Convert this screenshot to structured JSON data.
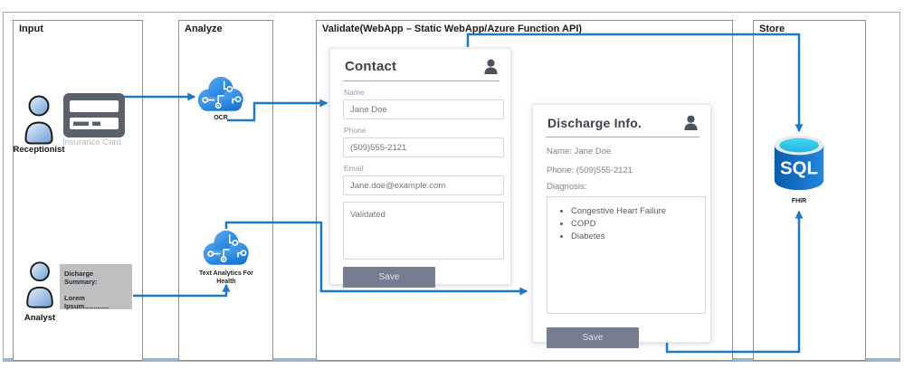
{
  "sections": {
    "input": {
      "label": "Input"
    },
    "analyze": {
      "label": "Analyze"
    },
    "validate": {
      "label": "Validate(WebApp – Static WebApp/Azure Function API)"
    },
    "store": {
      "label": "Store"
    }
  },
  "input": {
    "receptionist_label": "Receptionist",
    "insurance_card_label": "Insurance Card",
    "analyst_label": "Analyst",
    "summary_title": "Dicharge Summary:",
    "summary_body": "Lorem Ipsum............."
  },
  "analyze": {
    "ocr_label": "OCR",
    "text_analytics_label_line1": "Text Analytics For",
    "text_analytics_label_line2": "Health"
  },
  "contact_card": {
    "title": "Contact",
    "fields": [
      {
        "label": "Name",
        "value": "Jane Doe"
      },
      {
        "label": "Phone",
        "value": "(509)555-2121"
      },
      {
        "label": "Email",
        "value": "Jane.doe@example.com"
      }
    ],
    "status_text": "Validated",
    "save_label": "Save"
  },
  "discharge_card": {
    "title": "Discharge Info.",
    "name_line": "Name: Jane Doe",
    "phone_line": "Phone: (509)555-2121",
    "diagnosis_label": "Diagnosis:",
    "diagnosis_items": [
      "Congestive Heart Failure",
      "COPD",
      "Diabetes"
    ],
    "save_label": "Save"
  },
  "store": {
    "sql_text": "SQL",
    "fhir_label": "FHIR"
  },
  "colors": {
    "connector_blue": "#1f78c4",
    "save_button": "#757e90",
    "summary_box_bg": "#bfbfbf",
    "cloud_blue_light": "#55aaf0",
    "cloud_blue_dark": "#1673d2",
    "sql_body_blue": "#0b5cab",
    "sql_top_cyan": "#45d5f2"
  }
}
